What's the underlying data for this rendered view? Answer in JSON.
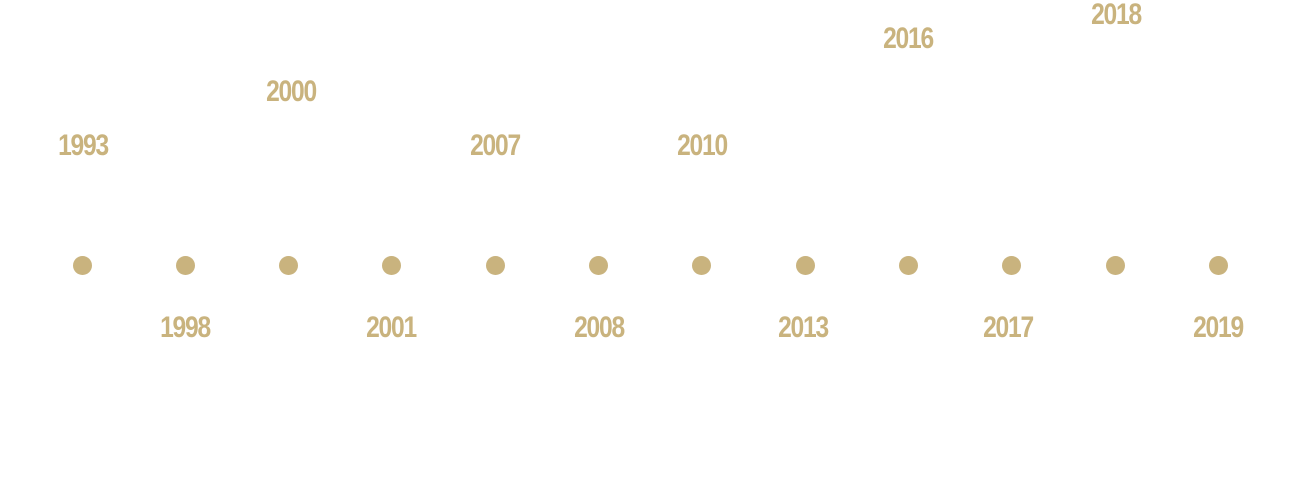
{
  "accent_color": "#c9b37e",
  "milestones": [
    {
      "year": "1993",
      "label_side": "above"
    },
    {
      "year": "1998",
      "label_side": "below"
    },
    {
      "year": "2000",
      "label_side": "above"
    },
    {
      "year": "2001",
      "label_side": "below"
    },
    {
      "year": "2007",
      "label_side": "above"
    },
    {
      "year": "2008",
      "label_side": "below"
    },
    {
      "year": "2010",
      "label_side": "above"
    },
    {
      "year": "2013",
      "label_side": "below"
    },
    {
      "year": "2016",
      "label_side": "above"
    },
    {
      "year": "2017",
      "label_side": "below"
    },
    {
      "year": "2018",
      "label_side": "above"
    },
    {
      "year": "2019",
      "label_side": "below"
    }
  ]
}
